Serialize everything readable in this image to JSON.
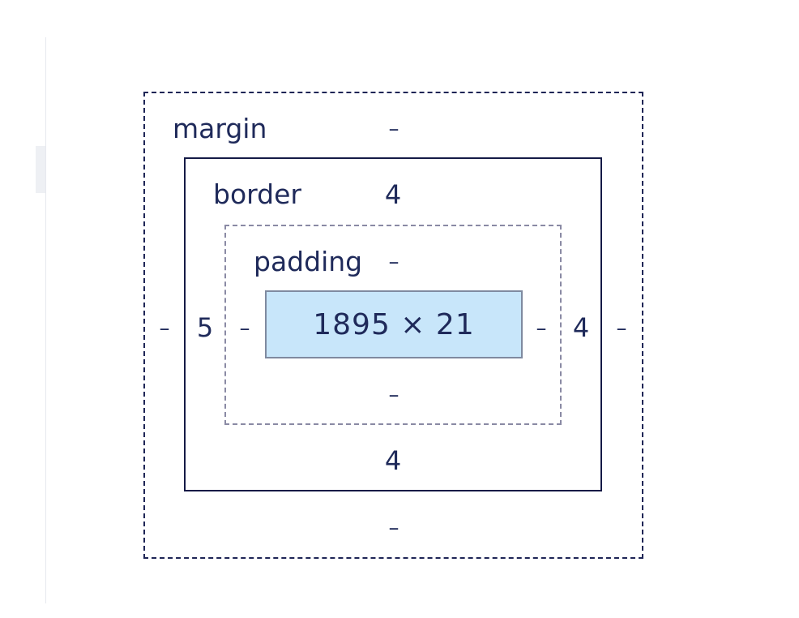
{
  "box_model": {
    "margin": {
      "label": "margin",
      "top": "–",
      "right": "–",
      "bottom": "–",
      "left": "–"
    },
    "border": {
      "label": "border",
      "top": "4",
      "right": "4",
      "bottom": "4",
      "left": "5"
    },
    "padding": {
      "label": "padding",
      "top": "–",
      "right": "–",
      "bottom": "–",
      "left": "–"
    },
    "content": {
      "size": "1895 × 21"
    }
  },
  "colors": {
    "content_fill": "#c8e6fa",
    "text": "#1f2a5a",
    "margin_outline": "#1e2556",
    "border_outline": "#141a46",
    "padding_outline": "#8a8aa4"
  }
}
